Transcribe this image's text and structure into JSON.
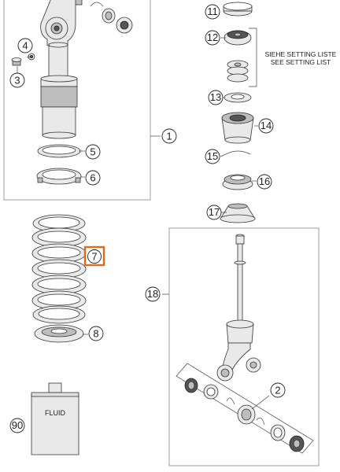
{
  "callouts": [
    {
      "id": "1",
      "label": "1"
    },
    {
      "id": "2",
      "label": "2"
    },
    {
      "id": "3",
      "label": "3"
    },
    {
      "id": "4",
      "label": "4"
    },
    {
      "id": "5",
      "label": "5"
    },
    {
      "id": "6",
      "label": "6"
    },
    {
      "id": "7",
      "label": "7",
      "highlight": true
    },
    {
      "id": "8",
      "label": "8"
    },
    {
      "id": "11",
      "label": "11"
    },
    {
      "id": "12",
      "label": "12"
    },
    {
      "id": "13",
      "label": "13"
    },
    {
      "id": "14",
      "label": "14"
    },
    {
      "id": "15",
      "label": "15"
    },
    {
      "id": "16",
      "label": "16"
    },
    {
      "id": "17",
      "label": "17"
    },
    {
      "id": "18",
      "label": "18"
    },
    {
      "id": "90",
      "label": "90"
    }
  ],
  "setting_note": {
    "line1": "SIEHE SETTING LISTE",
    "line2": "SEE SETTING LIST"
  },
  "fluid_bottle": {
    "label": "FLUID"
  },
  "colors": {
    "highlight": "#e06a1a",
    "ink": "#222222"
  }
}
